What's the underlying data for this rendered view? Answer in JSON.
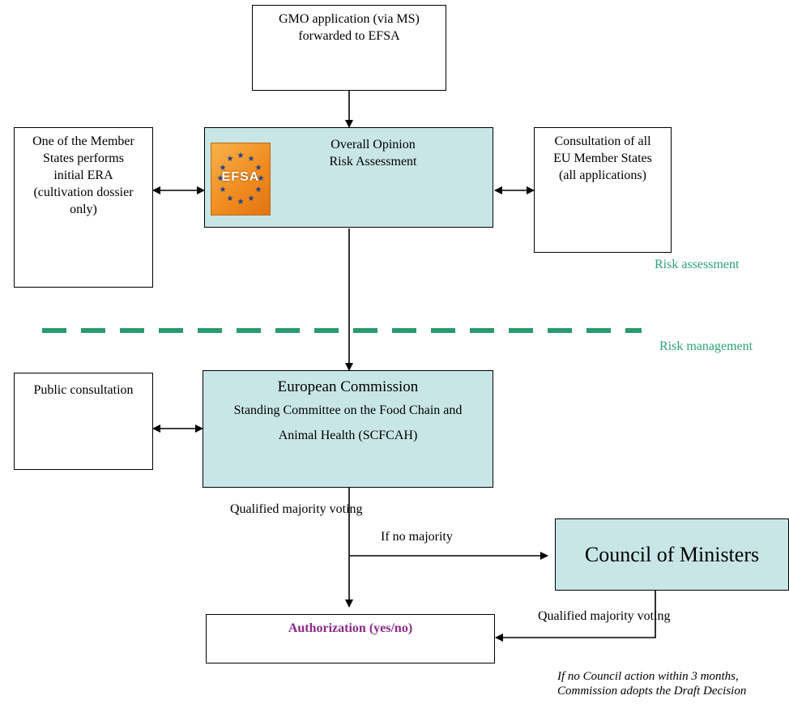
{
  "boxes": {
    "gmo_application": [
      "GMO application (via MS)",
      "forwarded to EFSA"
    ],
    "overall_opinion": [
      "Overall Opinion",
      "Risk Assessment"
    ],
    "member_state_era": [
      "One of the Member",
      "States performs",
      "initial ERA",
      "(cultivation dossier",
      "only)"
    ],
    "consultation_states": [
      "Consultation of all",
      "EU Member States",
      "(all applications)"
    ],
    "public_consultation": "Public consultation",
    "european_commission": {
      "title": "European Commission",
      "subtitle_1": "Standing Committee on the Food Chain and",
      "subtitle_2": "Animal Health (SCFCAH)"
    },
    "council_of_ministers": "Council of Ministers",
    "authorization": "Authorization (yes/no)"
  },
  "logo": {
    "text": "EFSA"
  },
  "labels": {
    "risk_assessment": "Risk assessment",
    "risk_management": "Risk management",
    "qmv_commission": "Qualified majority voting",
    "if_no_majority": "If no majority",
    "qmv_council": "Qualified majority voting",
    "footnote_1": "If no Council action within 3 months,",
    "footnote_2": "Commission adopts the Draft Decision"
  },
  "colors": {
    "teal_fill": "#c9e6e6",
    "divider_green": "#2a9a6e",
    "label_green": "#2aa374",
    "authorization_purple": "#8b2a8b"
  }
}
